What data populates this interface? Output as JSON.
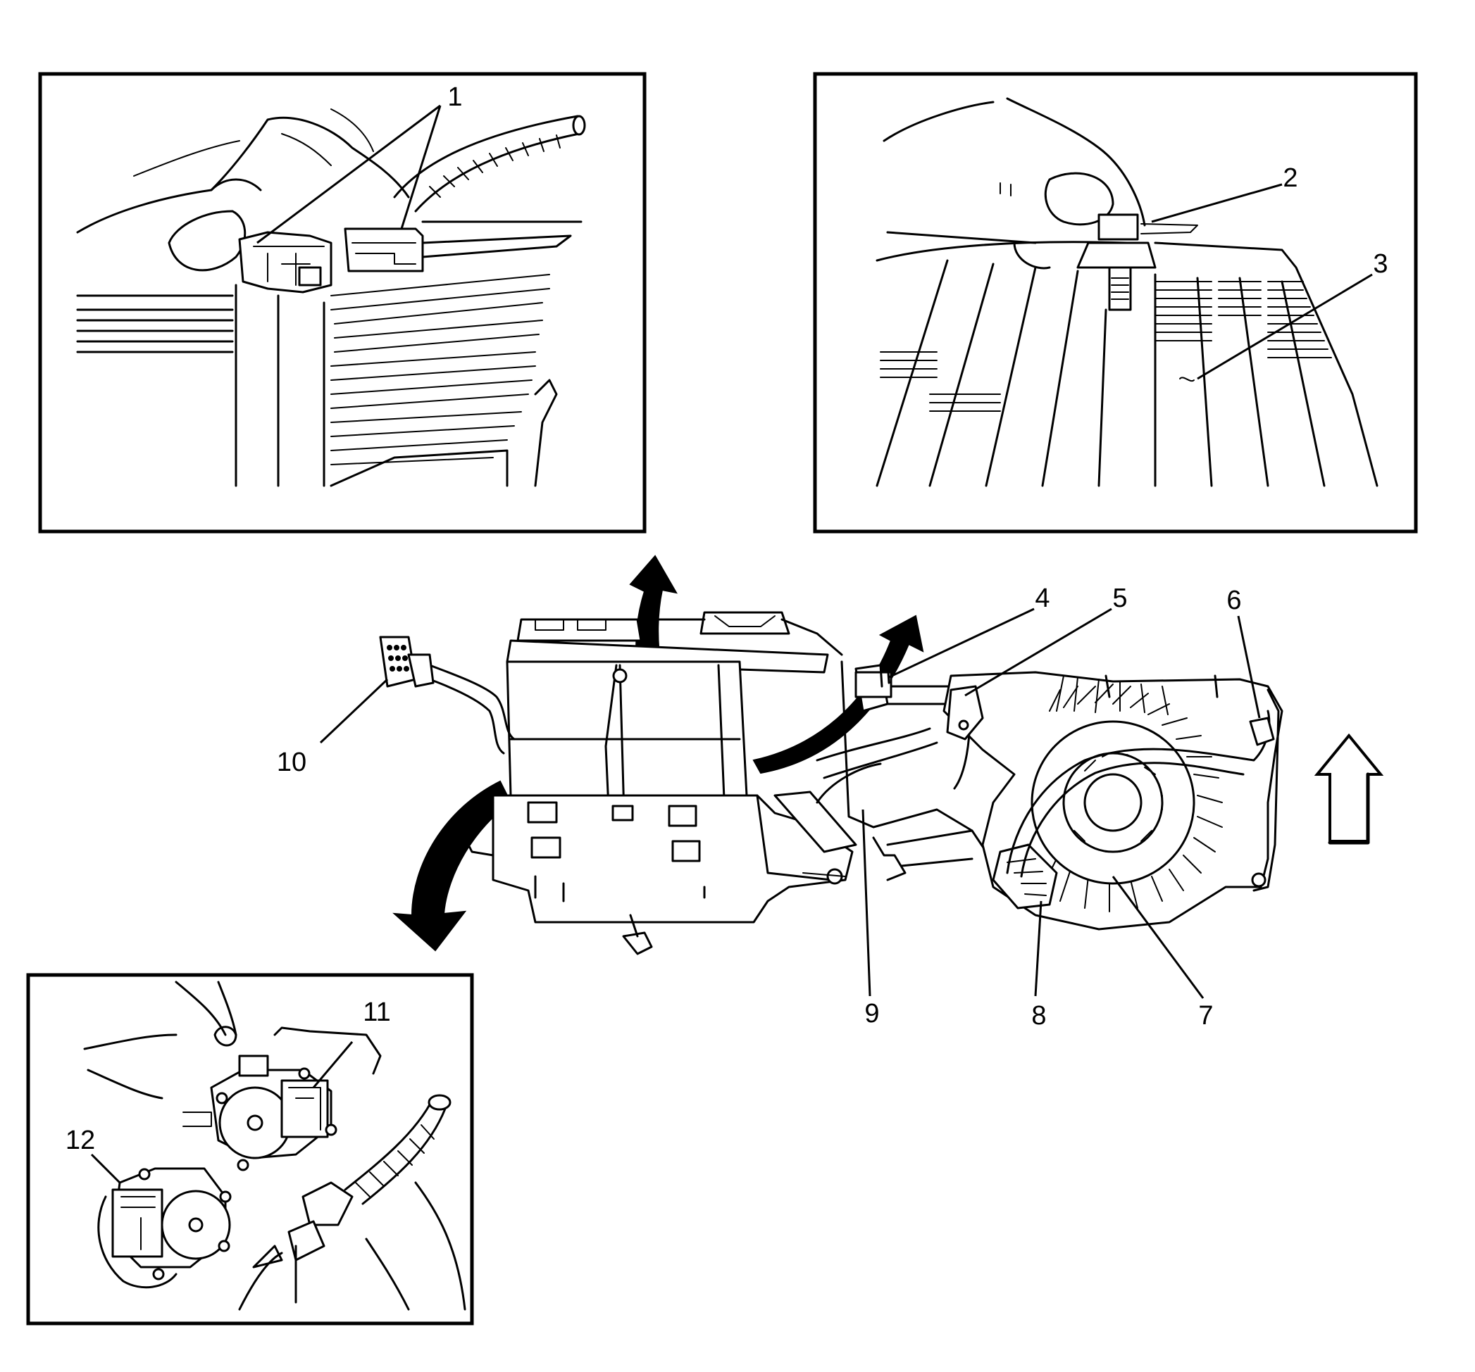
{
  "callouts": [
    {
      "id": "1",
      "text": "1"
    },
    {
      "id": "2",
      "text": "2"
    },
    {
      "id": "3",
      "text": "3"
    },
    {
      "id": "4",
      "text": "4"
    },
    {
      "id": "5",
      "text": "5"
    },
    {
      "id": "6",
      "text": "6"
    },
    {
      "id": "7",
      "text": "7"
    },
    {
      "id": "8",
      "text": "8"
    },
    {
      "id": "9",
      "text": "9"
    },
    {
      "id": "10",
      "text": "10"
    },
    {
      "id": "11",
      "text": "11"
    },
    {
      "id": "12",
      "text": "12"
    }
  ],
  "colors": {
    "line": "#000000",
    "background": "#ffffff"
  },
  "icons": [
    "up-arrow-icon",
    "detail-arrow-icon"
  ]
}
